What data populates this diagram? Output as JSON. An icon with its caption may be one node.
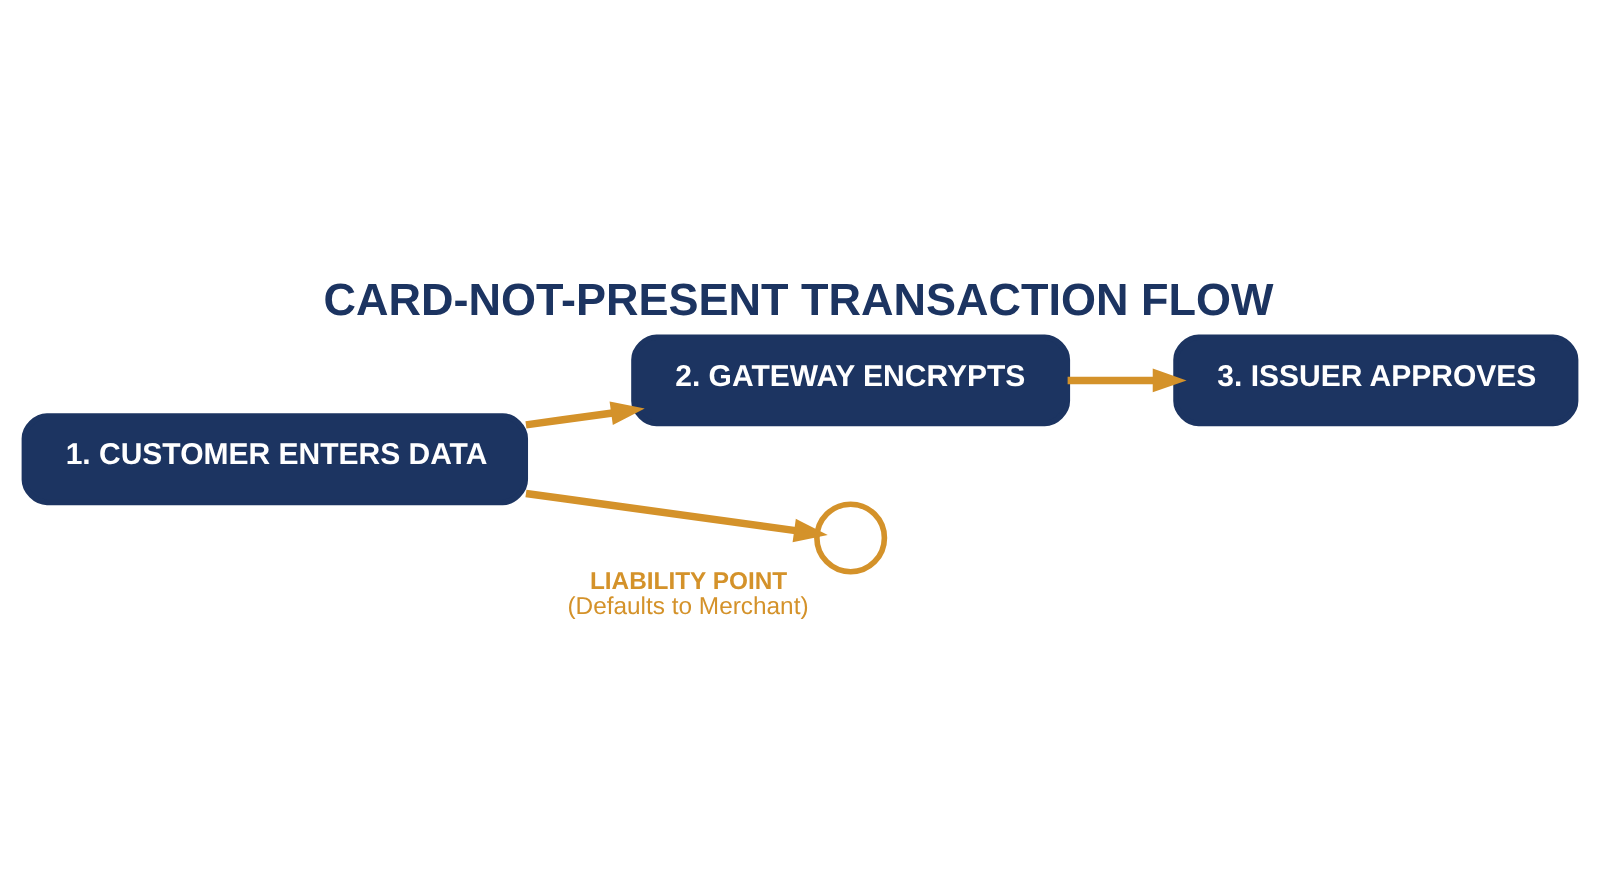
{
  "diagram": {
    "title": "CARD-NOT-PRESENT TRANSACTION FLOW",
    "nodes": [
      {
        "text": [
          "1. CUSTOMER ENTERS DATA"
        ]
      },
      {
        "text": [
          "2. GATEWAY ENCRYPTS"
        ]
      },
      {
        "text": [
          "3. ISSUER APPROVES"
        ]
      },
      {
        "text": [],
        "shape": "circle",
        "beside": [
          "LIABILITY POINT",
          "(Defaults to Merchant)"
        ]
      }
    ],
    "edges": [
      {
        "from": 0,
        "to": 1,
        "arrow": "to"
      },
      {
        "from": 1,
        "to": 2,
        "arrow": "to"
      },
      {
        "from": 0,
        "to": 3,
        "arrow": "to"
      }
    ]
  }
}
